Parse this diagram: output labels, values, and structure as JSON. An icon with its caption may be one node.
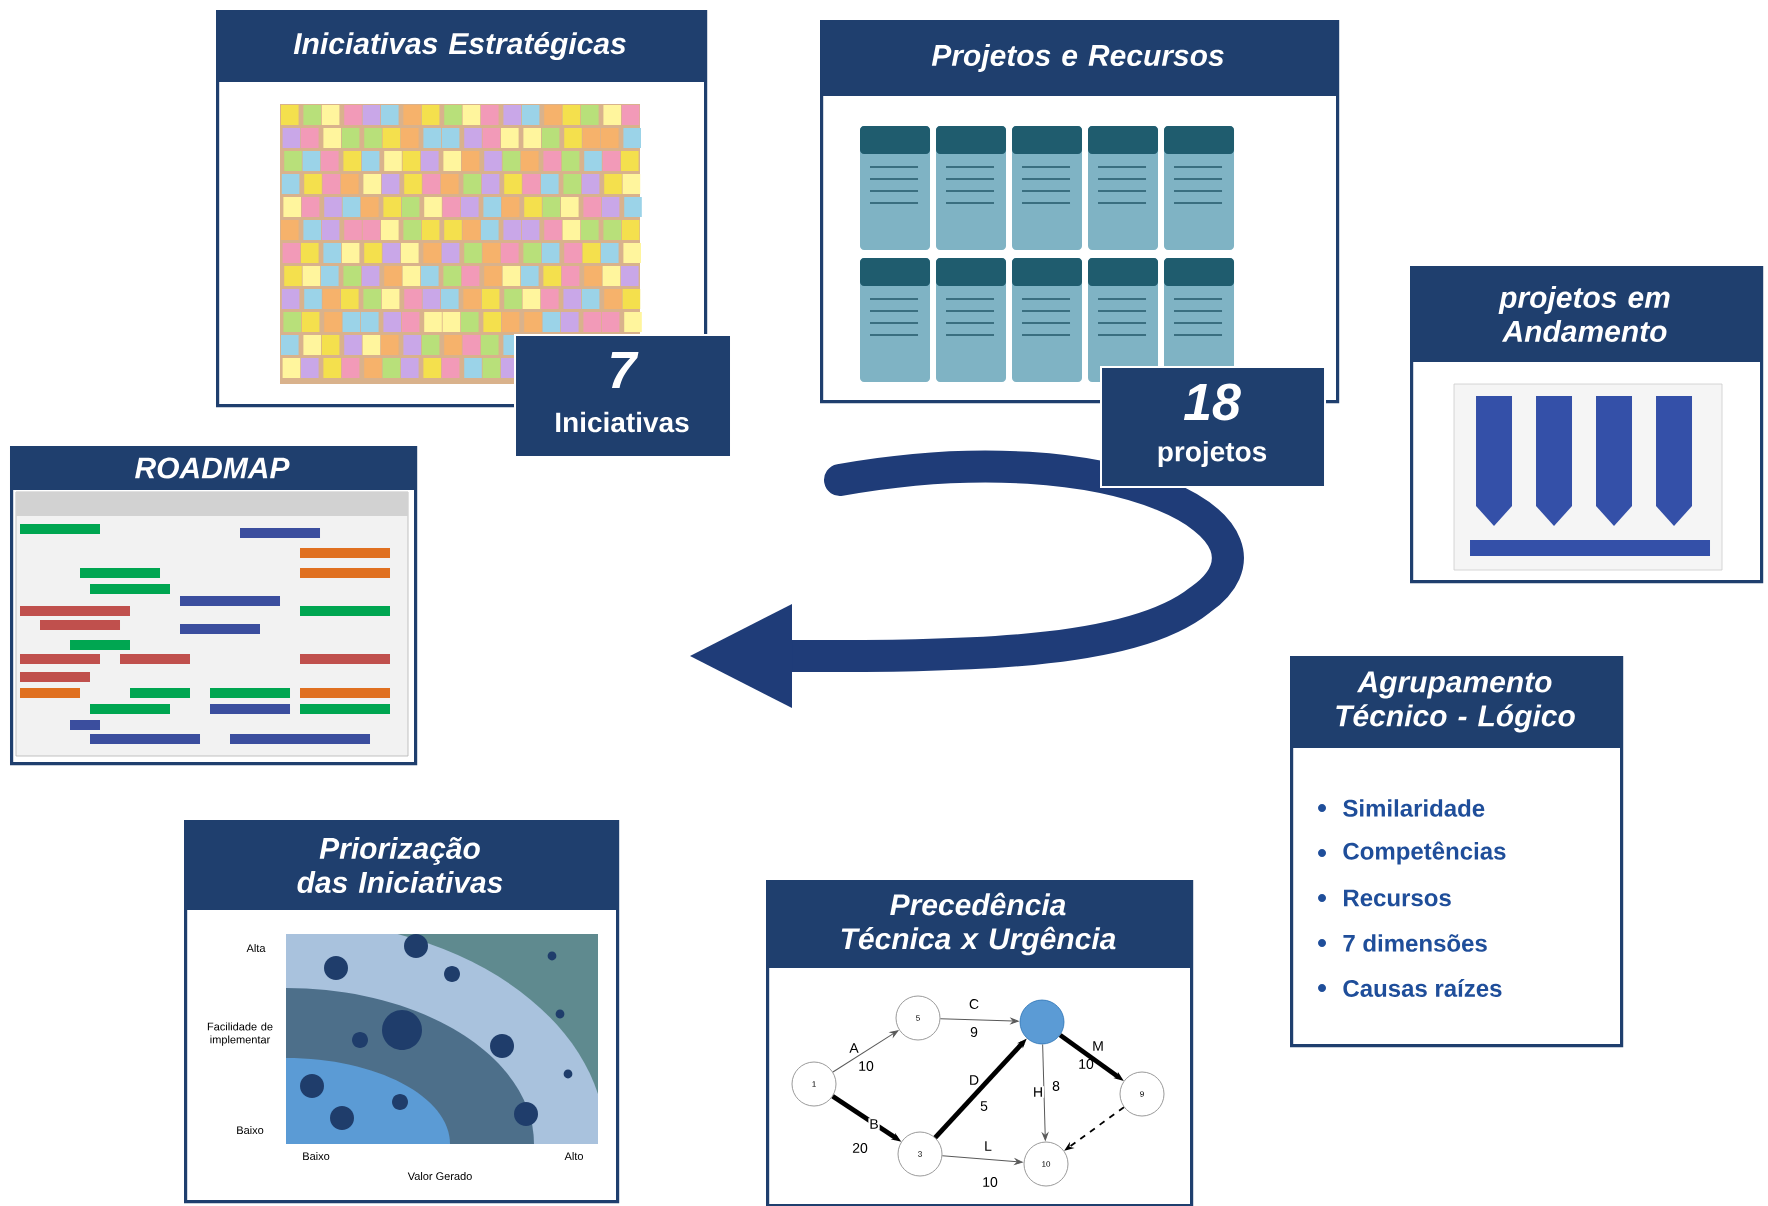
{
  "diagram": {
    "nodes": [
      {
        "text": [
          "Iniciativas Estratégicas"
        ]
      },
      {
        "text": [
          "7",
          "Iniciativas"
        ]
      },
      {
        "text": [
          "Projetos e Recursos"
        ]
      },
      {
        "text": [
          "18",
          "projetos"
        ]
      },
      {
        "text": [
          "projetos em Andamento"
        ]
      },
      {
        "text": [
          "ROADMAP"
        ]
      },
      {
        "text": [
          "Agrupamento Técnico - Lógico",
          "Similaridade",
          "Competências",
          "Recursos",
          "7 dimensões",
          "Causas raízes"
        ]
      },
      {
        "text": [
          "Priorização das Iniciativas"
        ]
      },
      {
        "text": [
          "Precedência Técnica x Urgência"
        ]
      },
      {
        "text": [
          "1"
        ],
        "in": 8
      },
      {
        "text": [
          "5"
        ],
        "in": 8
      },
      {
        "text": [],
        "shape": "circle",
        "in": 8
      },
      {
        "text": [
          "9"
        ],
        "in": 8
      },
      {
        "text": [
          "3"
        ],
        "in": 8
      },
      {
        "text": [
          "10"
        ],
        "in": 8
      }
    ],
    "edges": [
      {
        "from": 9,
        "to": 10,
        "arrow": "to",
        "label": "A"
      },
      {
        "from": 9,
        "to": 13,
        "arrow": "to",
        "label": "B",
        "style": "thick"
      },
      {
        "from": 10,
        "to": 11,
        "arrow": "to",
        "label": "C"
      },
      {
        "from": 13,
        "to": 11,
        "arrow": "to",
        "label": "D",
        "style": "thick"
      },
      {
        "from": 11,
        "to": 14,
        "arrow": "to",
        "label": "H"
      },
      {
        "from": 11,
        "to": 12,
        "arrow": "to",
        "label": "M",
        "style": "thick"
      },
      {
        "from": 13,
        "to": 14,
        "arrow": "to",
        "label": "L"
      },
      {
        "from": 12,
        "to": 14,
        "arrow": "to",
        "style": "dashed"
      }
    ],
    "labels": [
      "Alta",
      "Facilidade de implementar",
      "Baixo",
      "Baixo",
      "Valor Gerado",
      "Alto",
      "10",
      "20",
      "9",
      "5",
      "8",
      "10",
      "10"
    ]
  }
}
